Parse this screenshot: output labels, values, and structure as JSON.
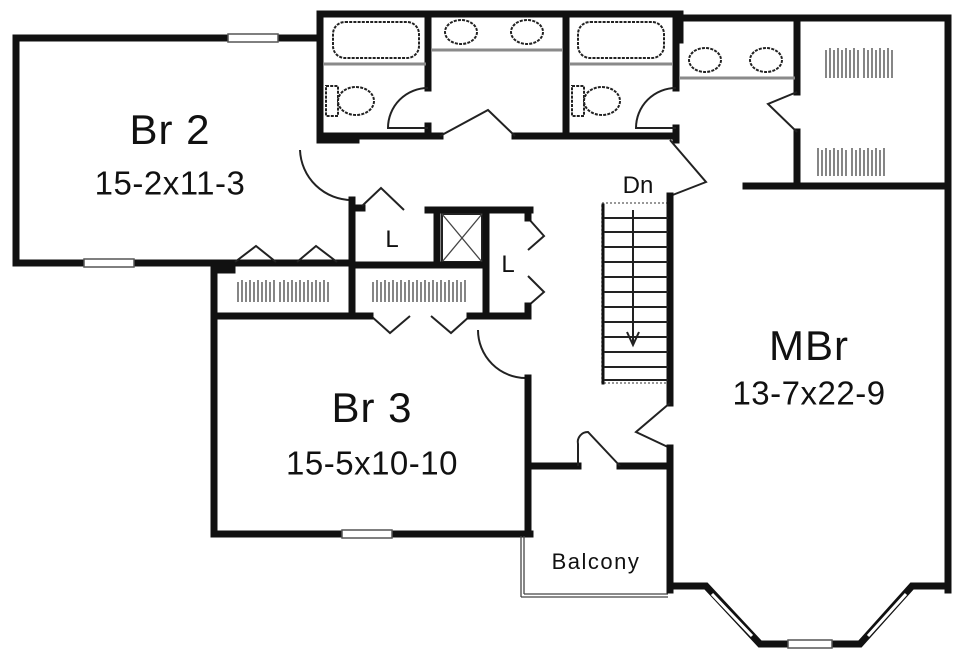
{
  "plan": {
    "rooms": [
      {
        "id": "br2",
        "name": "Br 2",
        "dimensions": "15-2x11-3"
      },
      {
        "id": "br3",
        "name": "Br 3",
        "dimensions": "15-5x10-10"
      },
      {
        "id": "mbr",
        "name": "MBr",
        "dimensions": "13-7x22-9"
      }
    ],
    "labels": {
      "stairs": "Dn",
      "linen_1": "L",
      "linen_2": "L",
      "balcony": "Balcony"
    },
    "colors": {
      "wall": "#111111",
      "background": "#ffffff"
    }
  }
}
